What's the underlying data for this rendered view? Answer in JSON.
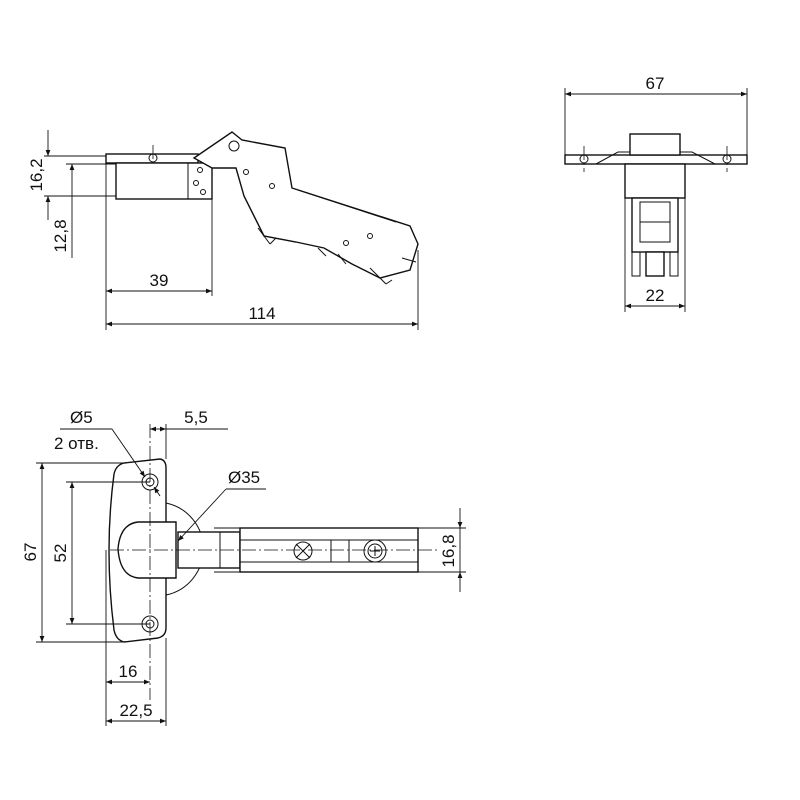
{
  "side_view": {
    "dim_height_top": "16,2",
    "dim_height_bottom": "12,8",
    "dim_width_cup": "39",
    "dim_width_total": "114"
  },
  "end_view": {
    "dim_plate_width": "67",
    "dim_arm_width": "22"
  },
  "top_view": {
    "hole_diameter": "Ø5",
    "hole_count": "2 отв.",
    "dim_offset": "5,5",
    "cup_diameter": "Ø35",
    "dim_plate_height": "67",
    "dim_hole_spacing": "52",
    "dim_arm_height": "16,8",
    "dim_hole_x": "16",
    "dim_plate_depth": "22,5"
  }
}
